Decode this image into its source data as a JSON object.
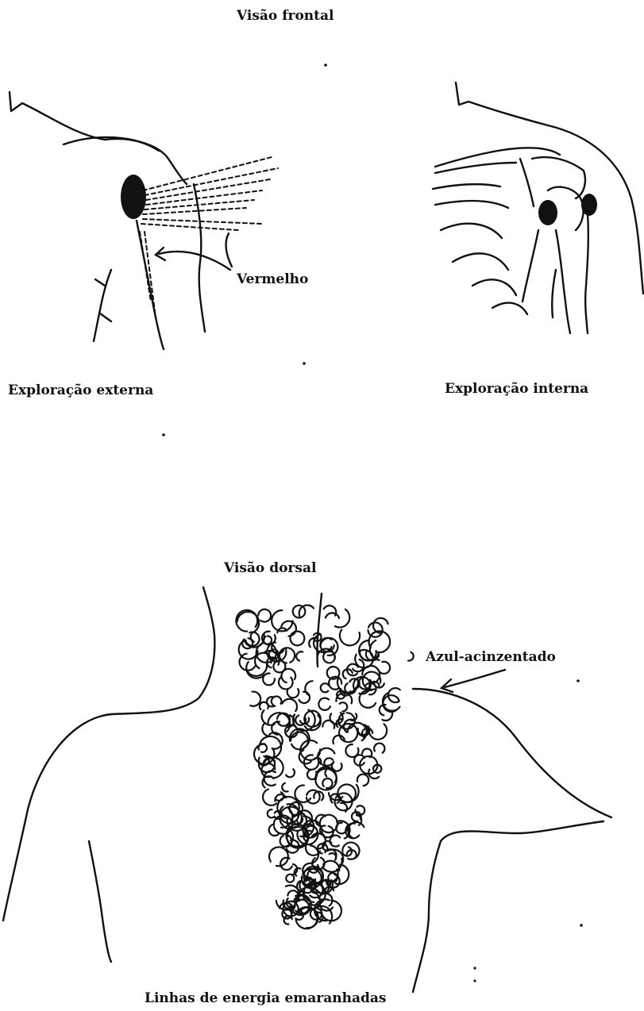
{
  "page": {
    "background": "#ffffff",
    "ink": "#111111"
  },
  "frontal": {
    "title": "Visão frontal",
    "callout": "Vermelho",
    "left_caption": "Exploração externa",
    "right_caption": "Exploração interna"
  },
  "dorsal": {
    "title": "Visão dorsal",
    "callout": "Azul-acinzentado",
    "caption": "Linhas de energia emaranhadas"
  }
}
